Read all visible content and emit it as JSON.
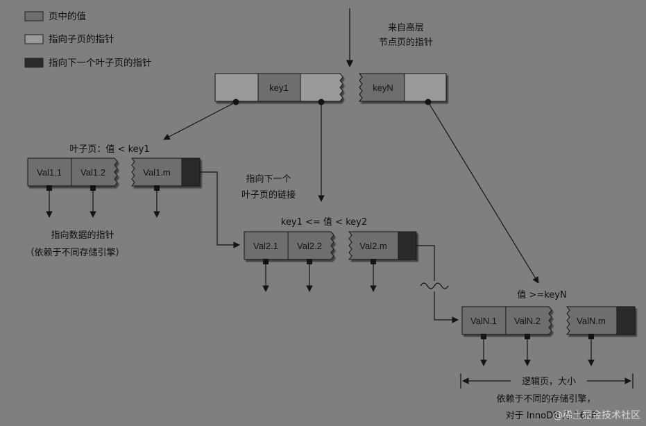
{
  "legend": {
    "value_in_page": "页中的值",
    "pointer_to_child": "指向子页的指针",
    "pointer_to_next_leaf": "指向下一个叶子页的指针"
  },
  "root": {
    "caption": [
      "来自高层",
      "节点页的指针"
    ],
    "key1": "key1",
    "keyN": "keyN"
  },
  "leaf1": {
    "caption": "叶子页：值 < key1",
    "val1": "Val1.1",
    "val2": "Val1.2",
    "valm": "Val1.m",
    "pointer_note": [
      "指向数据的指针",
      "（依赖于不同存储引擎）"
    ]
  },
  "next_leaf_link": [
    "指向下一个",
    "叶子页的链接"
  ],
  "leaf2": {
    "caption": "key1 <= 值 < key2",
    "val1": "Val2.1",
    "val2": "Val2.2",
    "valm": "Val2.m"
  },
  "leafN": {
    "caption": "值 >=keyN",
    "val1": "ValN.1",
    "val2": "ValN.2",
    "valm": "ValN.m",
    "note": [
      "逻辑页，大小",
      "依赖于不同的存储引擎，",
      "对于 InnoDB 为 16KB"
    ]
  },
  "watermark": "@稀土掘金技术社区",
  "colors": {
    "background": "#7f7f7f",
    "value_cell": "#6e6e6e",
    "child_pointer_cell": "#9a9a9a",
    "next_leaf_pointer_cell": "#2a2a2a",
    "line": "#141414"
  }
}
